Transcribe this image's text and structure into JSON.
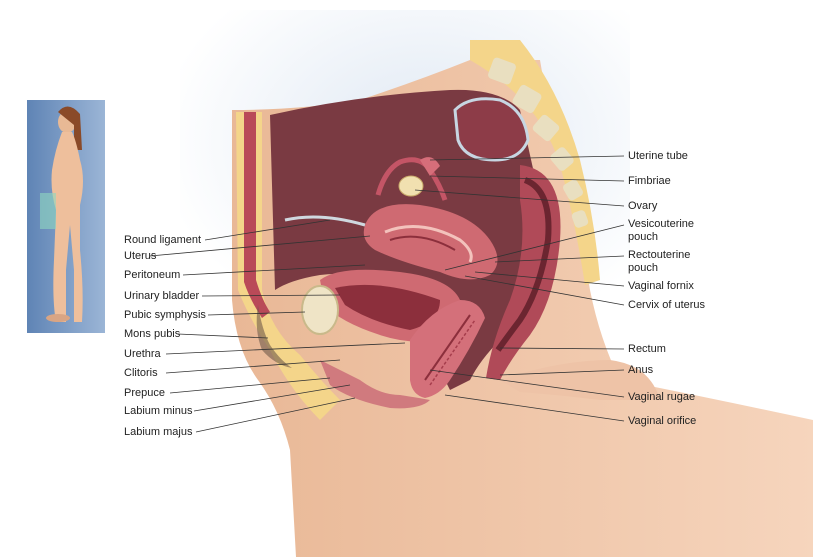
{
  "diagram": {
    "labels_left": [
      {
        "id": "round-ligament",
        "text": "Round ligament"
      },
      {
        "id": "uterus",
        "text": "Uterus"
      },
      {
        "id": "peritoneum",
        "text": "Peritoneum"
      },
      {
        "id": "urinary-bladder",
        "text": "Urinary bladder"
      },
      {
        "id": "pubic-symphysis",
        "text": "Pubic symphysis"
      },
      {
        "id": "mons-pubis",
        "text": "Mons pubis"
      },
      {
        "id": "urethra",
        "text": "Urethra"
      },
      {
        "id": "clitoris",
        "text": "Clitoris"
      },
      {
        "id": "prepuce",
        "text": "Prepuce"
      },
      {
        "id": "labium-minus",
        "text": "Labium minus"
      },
      {
        "id": "labium-majus",
        "text": "Labium majus"
      }
    ],
    "labels_right": [
      {
        "id": "uterine-tube",
        "text": "Uterine tube"
      },
      {
        "id": "fimbriae",
        "text": "Fimbriae"
      },
      {
        "id": "ovary",
        "text": "Ovary"
      },
      {
        "id": "vesicouterine-pouch",
        "line1": "Vesicouterine",
        "line2": "pouch"
      },
      {
        "id": "rectouterine-pouch",
        "line1": "Rectouterine",
        "line2": "pouch"
      },
      {
        "id": "vaginal-fornix",
        "text": "Vaginal fornix"
      },
      {
        "id": "cervix-of-uterus",
        "text": "Cervix of uterus"
      },
      {
        "id": "rectum",
        "text": "Rectum"
      },
      {
        "id": "anus",
        "text": "Anus"
      },
      {
        "id": "vaginal-rugae",
        "text": "Vaginal rugae"
      },
      {
        "id": "vaginal-orifice",
        "text": "Vaginal orifice"
      }
    ],
    "colors": {
      "skin": "#f0c8a8",
      "fat": "#f4d58a",
      "muscle": "#c9566a",
      "cavity": "#7a3a42",
      "bone": "#e9dfc0",
      "leader": "#333333",
      "inset_bg": "#7f9fc4"
    }
  }
}
